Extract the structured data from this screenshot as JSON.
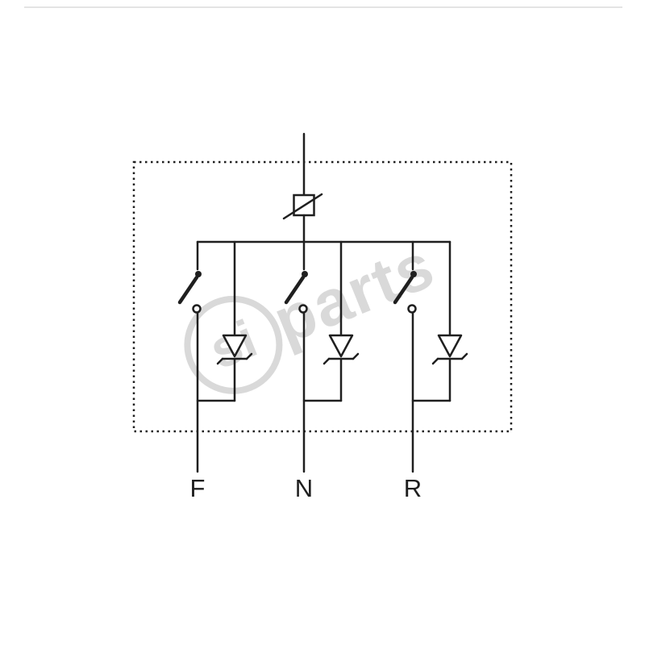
{
  "diagram": {
    "type": "circuit-schematic",
    "description": "Surge protective device internal wiring: single input feed through a protected component into a bus that splits into three parallel branches, each with an open disconnect switch and a suppressor diode, ending at three terminals.",
    "colors": {
      "line": "#1f1f1f",
      "background": "#ffffff",
      "watermark": "#d9d9d9"
    },
    "terminals": [
      "F",
      "N",
      "R"
    ],
    "branches": [
      {
        "terminal": "F",
        "switch_state": "open",
        "protector": "suppressor-diode"
      },
      {
        "terminal": "N",
        "switch_state": "open",
        "protector": "suppressor-diode"
      },
      {
        "terminal": "R",
        "switch_state": "open",
        "protector": "suppressor-diode"
      }
    ],
    "watermark": {
      "logo_text": "si",
      "wordmark": "parts"
    }
  }
}
